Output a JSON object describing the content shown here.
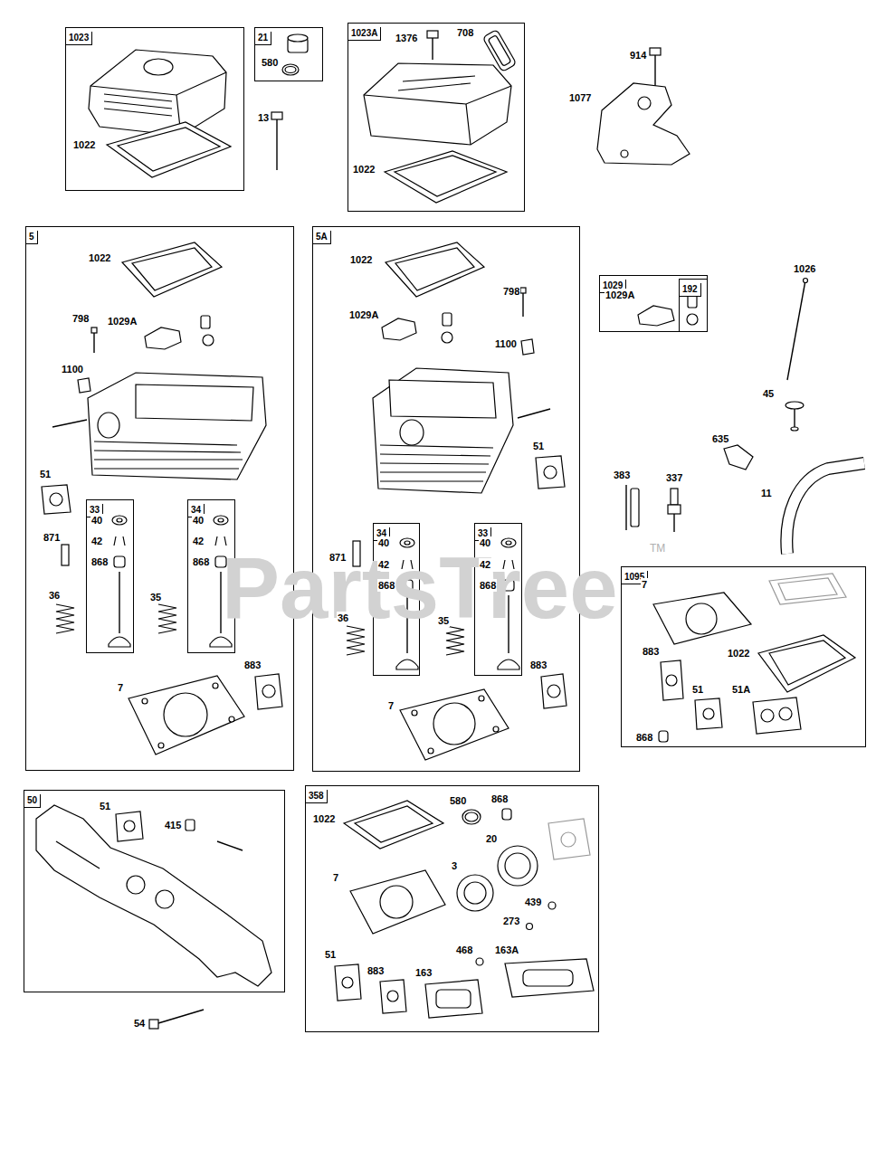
{
  "diagram": {
    "nodes": [
      {
        "text": [
          "1023"
        ]
      },
      {
        "text": [
          "21"
        ]
      },
      {
        "text": [
          "1023A"
        ]
      },
      {
        "text": [
          "5"
        ]
      },
      {
        "text": [
          "33"
        ],
        "in": 3
      },
      {
        "text": [
          "34"
        ],
        "in": 3
      },
      {
        "text": [
          "5A"
        ]
      },
      {
        "text": [
          "34"
        ],
        "in": 6
      },
      {
        "text": [
          "33"
        ],
        "in": 6
      },
      {
        "text": [
          "1029"
        ]
      },
      {
        "text": [
          "192"
        ],
        "in": 9
      },
      {
        "text": [
          "1095"
        ]
      },
      {
        "text": [
          "50"
        ]
      },
      {
        "text": [
          "358"
        ]
      }
    ],
    "labels": [
      "1022",
      "580",
      "13",
      "1376",
      "708",
      "1022",
      "914",
      "1077",
      "1022",
      "798",
      "1029A",
      "1100",
      "51",
      "871",
      "36",
      "40",
      "42",
      "868",
      "35",
      "40",
      "42",
      "868",
      "7",
      "883",
      "1022",
      "798",
      "1029A",
      "1100",
      "51",
      "871",
      "36",
      "40",
      "42",
      "868",
      "35",
      "40",
      "42",
      "868",
      "883",
      "7",
      "1029A",
      "1026",
      "45",
      "635",
      "383",
      "337",
      "11",
      "7",
      "883",
      "1022",
      "51",
      "51A",
      "868",
      "51",
      "415",
      "54",
      "1022",
      "580",
      "868",
      "20",
      "3",
      "7",
      "439",
      "273",
      "468",
      "163A",
      "51",
      "883",
      "163",
      "PartsTree",
      "TM"
    ]
  }
}
